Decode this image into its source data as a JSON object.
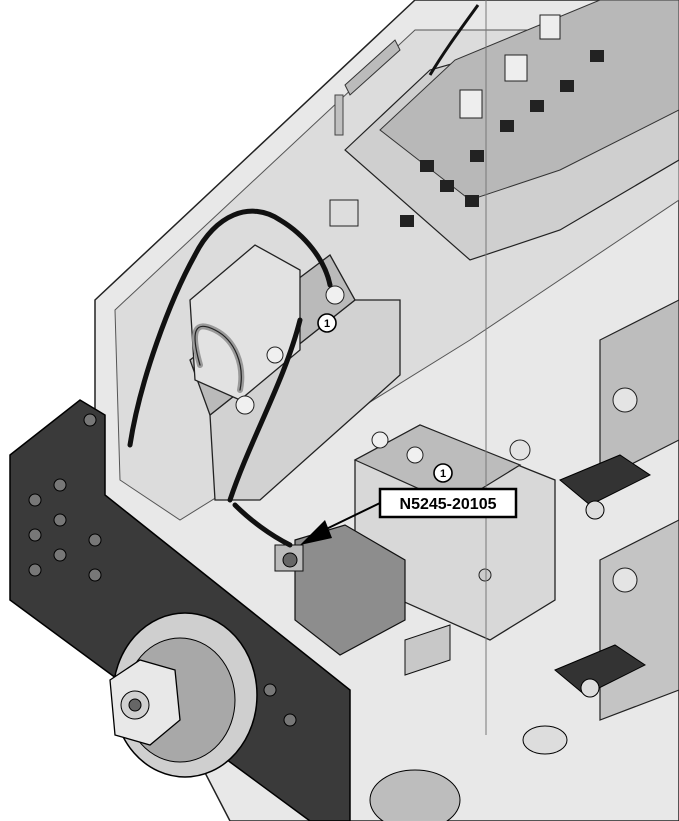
{
  "callouts": [
    {
      "id": "callout-1-upper",
      "number": "1"
    },
    {
      "id": "callout-1-lower",
      "number": "1"
    }
  ],
  "part_label": {
    "text": "N5245-20105"
  },
  "colors": {
    "background": "#ffffff",
    "panel_light": "#e6e6e6",
    "panel_mid": "#c8c8c8",
    "part_dark": "#3a3a3a",
    "cable": "#111111",
    "outline": "#000000"
  }
}
